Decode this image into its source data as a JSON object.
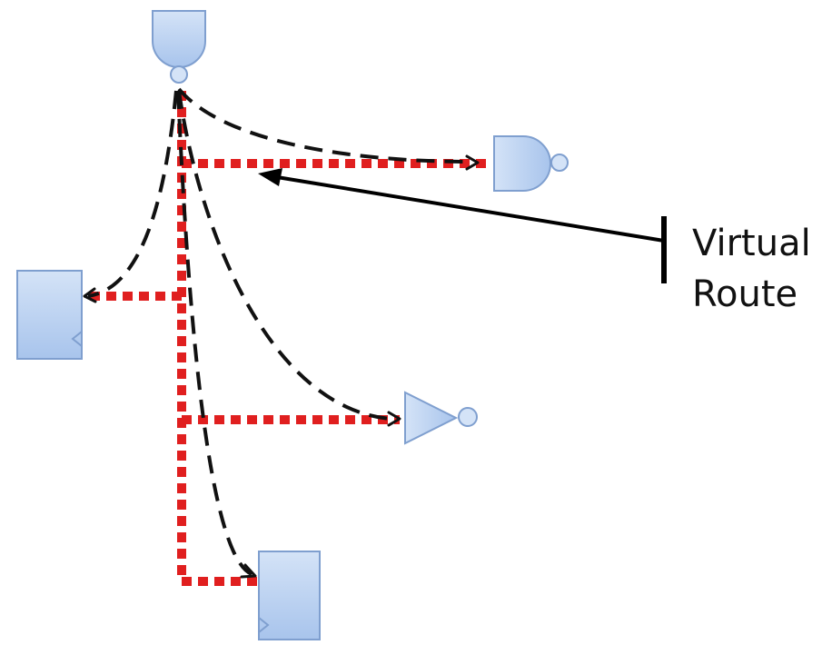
{
  "callout": {
    "line1": "Virtual",
    "line2": "Route"
  },
  "colors": {
    "gate_fill": "#bcd3f0",
    "gate_stroke": "#7f9fcf",
    "virtual_route": "#e01f1f",
    "dashed_connection": "#111111",
    "callout_arrow": "#000000",
    "text": "#111111"
  },
  "components": [
    {
      "kind": "nand-gate",
      "role": "source"
    },
    {
      "kind": "nand-gate",
      "role": "sink"
    },
    {
      "kind": "flip-flop",
      "role": "sink"
    },
    {
      "kind": "inverter",
      "role": "sink"
    },
    {
      "kind": "flip-flop",
      "role": "sink"
    }
  ]
}
